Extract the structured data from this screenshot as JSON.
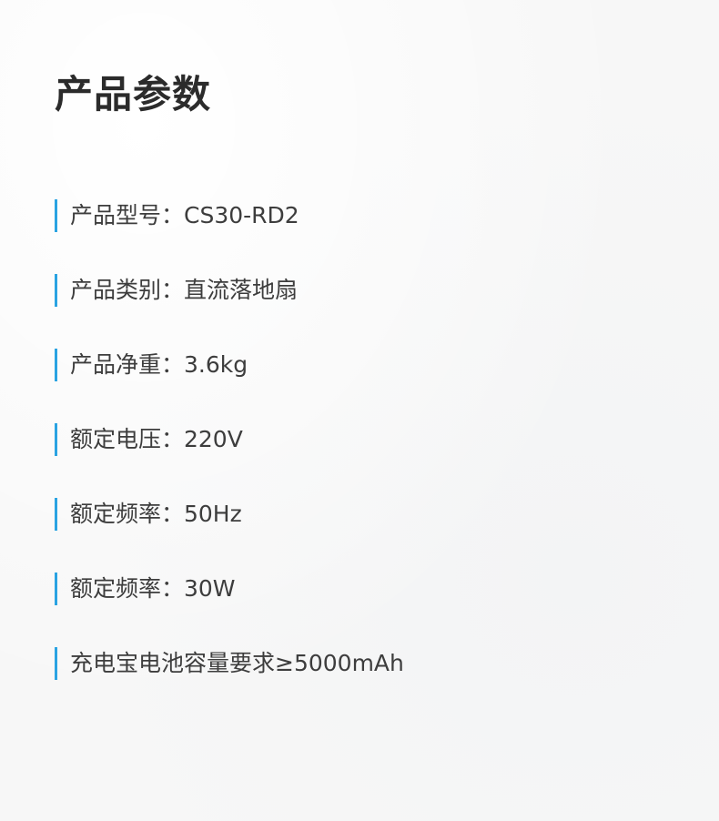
{
  "title": "产品参数",
  "accent_color": "#2aa3e2",
  "specs": [
    {
      "text": "产品型号：CS30-RD2"
    },
    {
      "text": "产品类别：直流落地扇"
    },
    {
      "text": "产品净重：3.6kg"
    },
    {
      "text": "额定电压：220V"
    },
    {
      "text": "额定频率：50Hz"
    },
    {
      "text": "额定频率：30W"
    },
    {
      "text": "充电宝电池容量要求≥5000mAh"
    }
  ]
}
